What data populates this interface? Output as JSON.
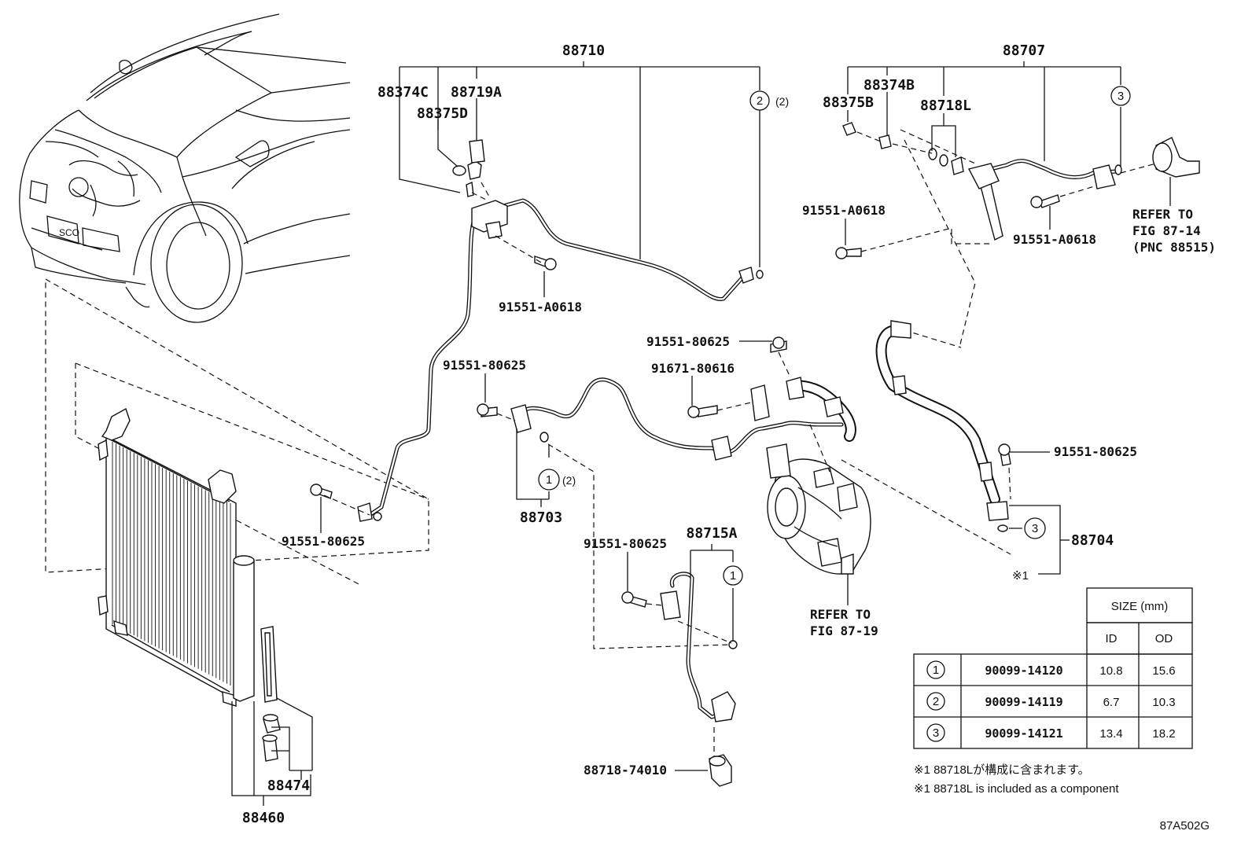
{
  "labels": {
    "l88710": "88710",
    "l88707": "88707",
    "l88374C": "88374C",
    "l88719A": "88719A",
    "l88375D": "88375D",
    "l88374B": "88374B",
    "l88375B": "88375B",
    "l88718L": "88718L",
    "bolt_a0618_left": "91551-A0618",
    "bolt_a0618_mid": "91551-A0618",
    "bolt_a0618_right": "91551-A0618",
    "bolt_80625_top": "91551-80625",
    "bolt_80625_mid": "91551-80625",
    "bolt_80625_left": "91551-80625",
    "bolt_80625_right": "91551-80625",
    "bolt_80625_lower": "91551-80625",
    "bolt_80616": "91671-80616",
    "l88703": "88703",
    "l88715A": "88715A",
    "l88704": "88704",
    "l88474": "88474",
    "l88460": "88460",
    "l88718_74010": "88718-74010",
    "refer_fig_87_14": [
      "REFER TO",
      "FIG 87-14",
      "(PNC 88515)"
    ],
    "refer_fig_87_19": [
      "REFER TO",
      "FIG 87-19"
    ],
    "note1_mark": "※1",
    "qty2_a": "(2)",
    "qty2_b": "(2)",
    "circle1": "1",
    "circle2": "2",
    "circle3": "3"
  },
  "size_table": {
    "header": "SIZE (mm)",
    "col_id": "ID",
    "col_od": "OD",
    "rows": [
      {
        "ref": "1",
        "part": "90099-14120",
        "id": "10.8",
        "od": "15.6"
      },
      {
        "ref": "2",
        "part": "90099-14119",
        "id": "6.7",
        "od": "10.3"
      },
      {
        "ref": "3",
        "part": "90099-14121",
        "id": "13.4",
        "od": "18.2"
      }
    ]
  },
  "notes": {
    "jp": "※1 88718Lが構成に含まれます。",
    "en": "※1 88718L is included as a component"
  },
  "figure_id": "87A502G"
}
